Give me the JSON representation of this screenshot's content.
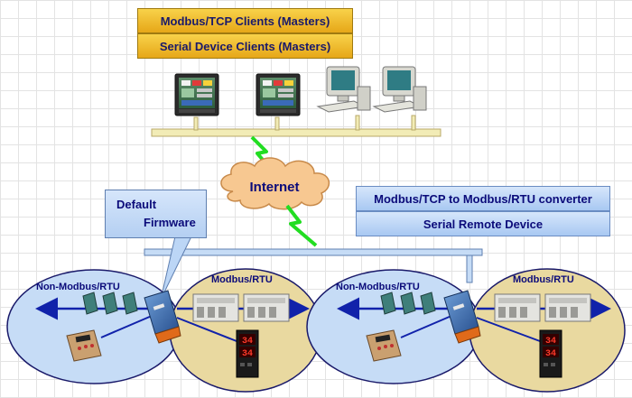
{
  "clients": {
    "modbus_tcp": "Modbus/TCP Clients (Masters)",
    "serial_device": "Serial Device Clients (Masters)"
  },
  "internet_label": "Internet",
  "converter": {
    "title": "Modbus/TCP to Modbus/RTU converter",
    "subtitle": "Serial Remote Device"
  },
  "callout": {
    "line1": "Default",
    "line2": "Firmware"
  },
  "segments": {
    "left": {
      "non_modbus": "Non-Modbus/RTU",
      "modbus": "Modbus/RTU"
    },
    "right": {
      "non_modbus": "Non-Modbus/RTU",
      "modbus": "Modbus/RTU"
    }
  },
  "displays": {
    "left_top": "34",
    "left_bottom": "34",
    "right_top": "34",
    "right_bottom": "34"
  },
  "colors": {
    "client_box": "#f0c030",
    "info_box": "#bcd6f6",
    "cloud": "#f7c891",
    "ellipse_blue": "#c6dcf6",
    "ellipse_tan": "#e9d9a0",
    "bus": "#f2ecb6",
    "lightning": "#22dd22",
    "arrow": "#1122aa"
  }
}
